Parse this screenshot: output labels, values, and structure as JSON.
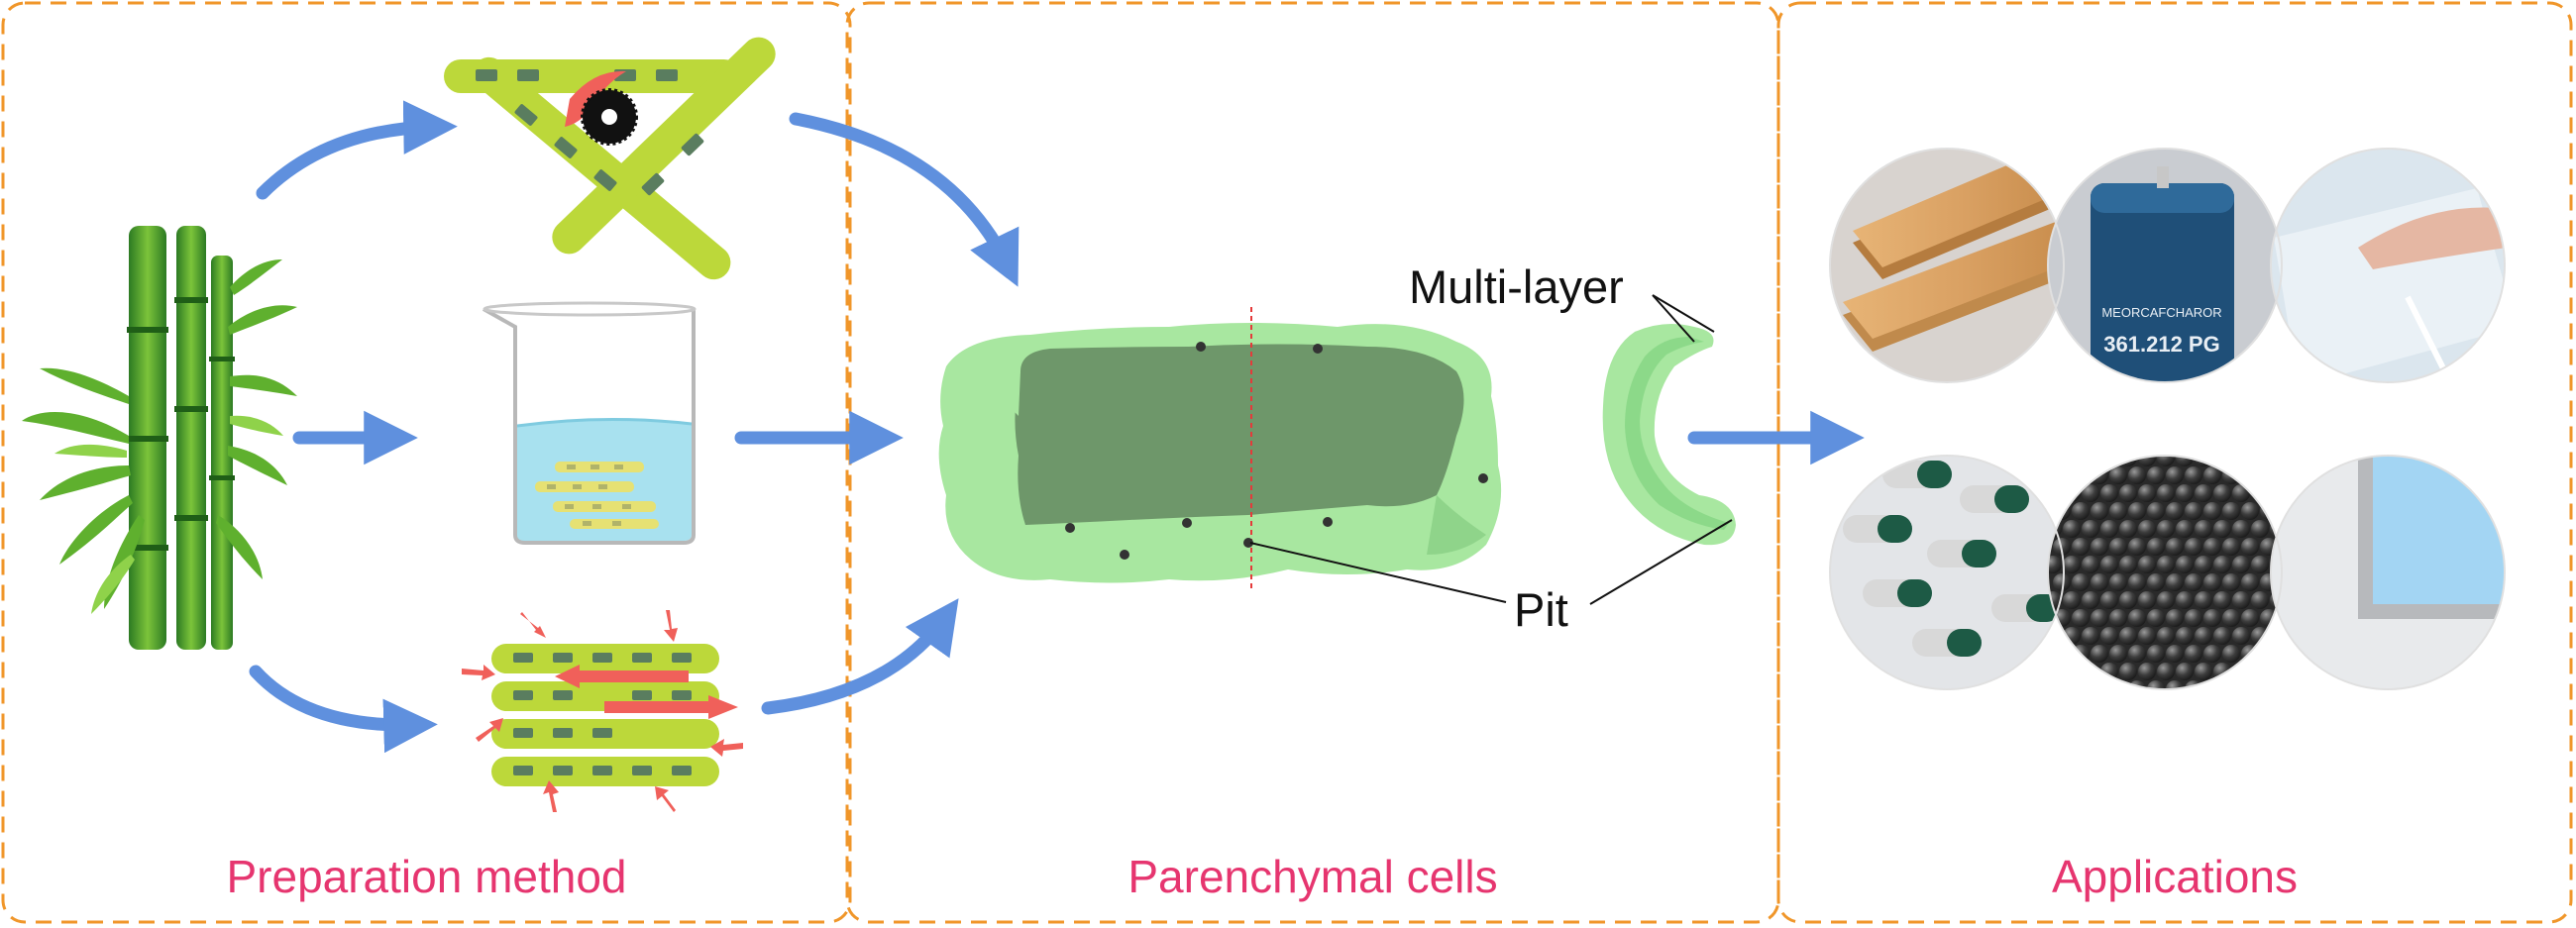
{
  "panels": [
    {
      "title": "Preparation method"
    },
    {
      "title": "Parenchymal cells"
    },
    {
      "title": "Applications"
    }
  ],
  "labels": {
    "multilayer": "Multi-layer",
    "pit": "Pit"
  },
  "capacitor_text": {
    "line1": "MEORCAFCHAROR",
    "line2": "361.212 PG"
  },
  "colors": {
    "dashed_border": "#f0962a",
    "panel_title": "#e6356f",
    "arrow": "#5f90de",
    "fiber": "#bcd83a",
    "fiber_dash": "#5a7d5f",
    "force_arrow": "#f0605a",
    "cell_light": "#a8e7a0",
    "cell_dark": "#6e976a",
    "water": "#a8e1ef"
  }
}
